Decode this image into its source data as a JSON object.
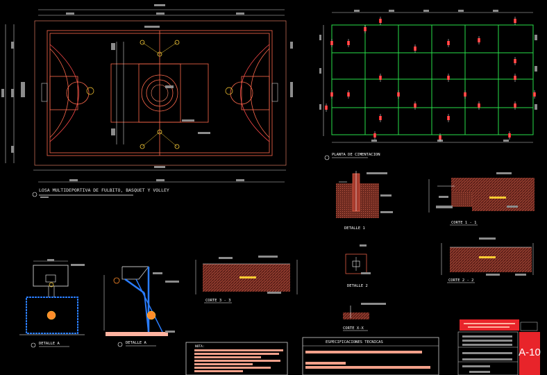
{
  "drawing": {
    "court_plan_title": "LOSA MULTIDEPORTIVA DE FULBITO, BASQUET Y VOLLEY",
    "foundation_plan_title": "PLANTA DE CIMENTACION",
    "detalle_1": "DETALLE 1",
    "detalle_2": "DETALLE 2",
    "corte_1_1": "CORTE 1 - 1",
    "corte_2_2": "CORTE 2 - 2",
    "corte_3_3": "CORTE 3 - 3",
    "corte_x_x": "CORTE X-X",
    "detalle_a_left": "DETALLE  A",
    "detalle_a_right": "DETALLE  A",
    "nota_heading": "NOTA:",
    "especificaciones_title": "ESPECIFICACIONES TECNICAS",
    "sheet_code": "A-10"
  },
  "colors": {
    "court_lines": "#ff6a4d",
    "grid_lines": "#29e04a",
    "pillar_marker": "#ff2020",
    "sheet_badge": "#e8242a",
    "background": "#000000"
  }
}
